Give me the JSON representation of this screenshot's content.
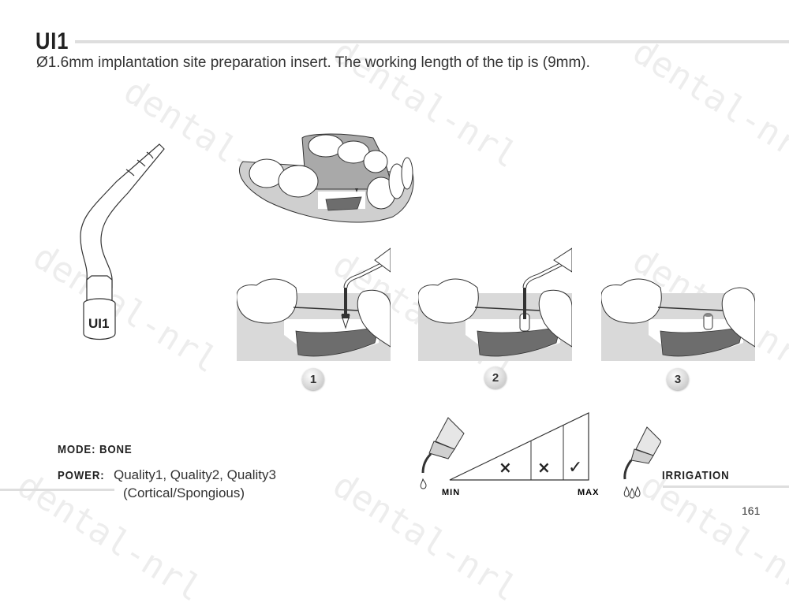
{
  "header": {
    "title": "UI1",
    "subtitle": "Ø1.6mm implantation site preparation insert. The working length of the tip is (9mm)."
  },
  "insert_tip": {
    "label": "UI1",
    "icon": "ultrasonic-insert-tip"
  },
  "illustrations": {
    "overview": "jaw-with-implant-site",
    "steps": [
      {
        "number": "1",
        "icon": "tip-drilling-site"
      },
      {
        "number": "2",
        "icon": "tip-in-osteotomy"
      },
      {
        "number": "3",
        "icon": "prepared-osteotomy"
      }
    ]
  },
  "settings": {
    "mode_label": "MODE: BONE",
    "power_label": "POWER:",
    "power_value": "Quality1, Quality2, Quality3",
    "power_sub": "(Cortical/Spongious)"
  },
  "power_scale": {
    "min_label": "MIN",
    "max_label": "MAX",
    "levels": [
      {
        "mark": "×",
        "state": "not-recommended"
      },
      {
        "mark": "×",
        "state": "not-recommended"
      },
      {
        "mark": "✓",
        "state": "recommended"
      }
    ]
  },
  "irrigation": {
    "label": "IRRIGATION",
    "icon": "handpiece-with-three-drops"
  },
  "watermark": {
    "text": "dental-nrl"
  },
  "footer": {
    "page_number": "161"
  },
  "colors": {
    "text": "#333333",
    "rule": "#dedede",
    "gum_gray": "#c8c8c8",
    "bone_dark": "#6d6d6d",
    "panel_gray": "#d9d9d9"
  }
}
